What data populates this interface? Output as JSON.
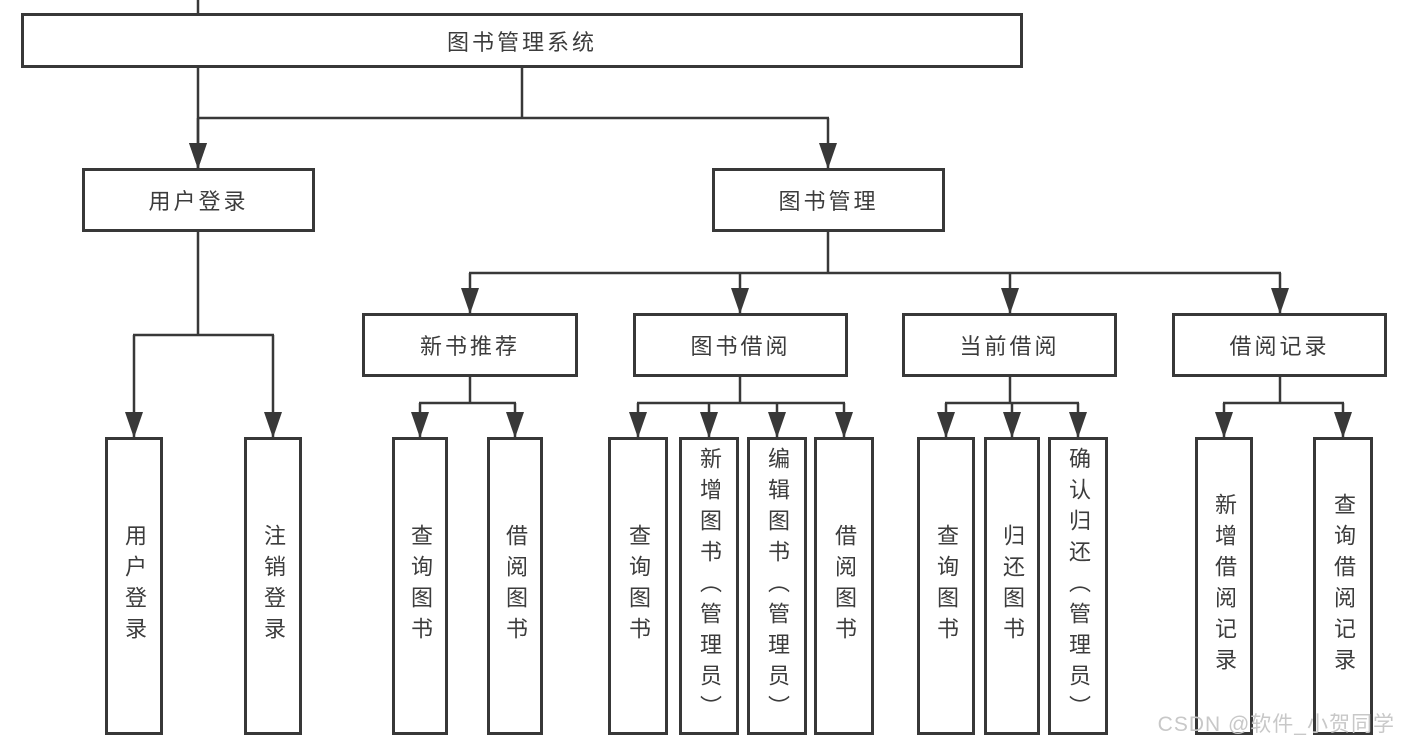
{
  "diagram": {
    "root": {
      "label": "图书管理系统"
    },
    "level2": [
      {
        "label": "用户登录"
      },
      {
        "label": "图书管理"
      }
    ],
    "level3": [
      {
        "label": "新书推荐",
        "parent": "图书管理"
      },
      {
        "label": "图书借阅",
        "parent": "图书管理"
      },
      {
        "label": "当前借阅",
        "parent": "图书管理"
      },
      {
        "label": "借阅记录",
        "parent": "图书管理"
      }
    ],
    "leaves": [
      {
        "label": "用户登录",
        "parent": "用户登录"
      },
      {
        "label": "注销登录",
        "parent": "用户登录"
      },
      {
        "label": "查询图书",
        "parent": "新书推荐"
      },
      {
        "label": "借阅图书",
        "parent": "新书推荐"
      },
      {
        "label": "查询图书",
        "parent": "图书借阅"
      },
      {
        "label": "新增图书（管理员）",
        "parent": "图书借阅"
      },
      {
        "label": "编辑图书（管理员）",
        "parent": "图书借阅"
      },
      {
        "label": "借阅图书",
        "parent": "图书借阅"
      },
      {
        "label": "查询图书",
        "parent": "当前借阅"
      },
      {
        "label": "归还图书",
        "parent": "当前借阅"
      },
      {
        "label": "确认归还（管理员）",
        "parent": "当前借阅"
      },
      {
        "label": "新增借阅记录",
        "parent": "借阅记录"
      },
      {
        "label": "查询借阅记录",
        "parent": "借阅记录"
      }
    ],
    "colors": {
      "line": "#383838",
      "text": "#3c3c3c",
      "box_background": "#ffffff",
      "watermark": "#c8c8c8"
    }
  },
  "watermark": {
    "text": "CSDN @软件_小贺同学"
  }
}
